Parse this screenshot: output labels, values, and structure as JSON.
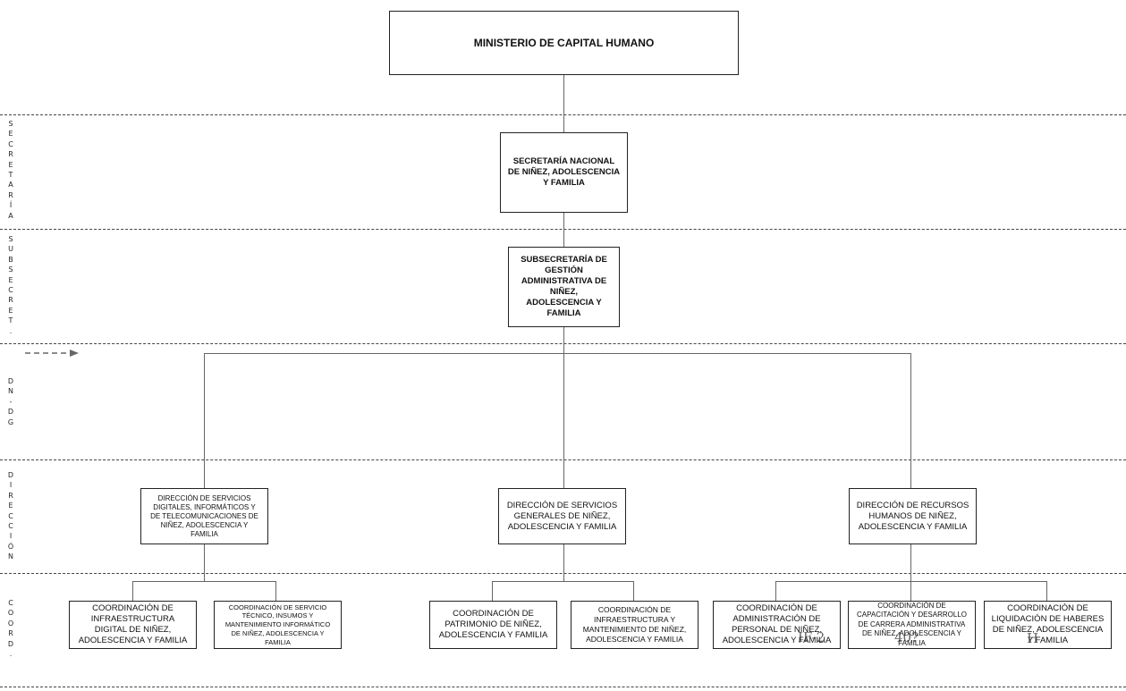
{
  "diagram": {
    "top": {
      "label": "MINISTERIO DE CAPITAL HUMANO"
    },
    "secretaria": {
      "label": "SECRETARÍA NACIONAL DE NIÑEZ, ADOLESCENCIA Y FAMILIA"
    },
    "subsecretaria": {
      "label": "SUBSECRETARÍA DE GESTIÓN ADMINISTRATIVA DE NIÑEZ, ADOLESCENCIA Y FAMILIA"
    },
    "direcciones": [
      {
        "label": "DIRECCIÓN DE SERVICIOS DIGITALES, INFORMÁTICOS Y DE TELECOMUNICACIONES DE NIÑEZ, ADOLESCENCIA Y FAMILIA"
      },
      {
        "label": "DIRECCIÓN DE SERVICIOS GENERALES DE NIÑEZ, ADOLESCENCIA Y FAMILIA"
      },
      {
        "label": "DIRECCIÓN DE RECURSOS HUMANOS DE NIÑEZ, ADOLESCENCIA Y FAMILIA"
      }
    ],
    "coordinaciones": [
      {
        "label": "COORDINACIÓN DE INFRAESTRUCTURA DIGITAL DE NIÑEZ, ADOLESCENCIA Y FAMILIA"
      },
      {
        "label": "COORDINACIÓN DE SERVICIO TÉCNICO, INSUMOS Y MANTENIMIENTO INFORMÁTICO DE NIÑEZ, ADOLESCENCIA Y FAMILIA"
      },
      {
        "label": "COORDINACIÓN DE PATRIMONIO DE NIÑEZ, ADOLESCENCIA Y FAMILIA"
      },
      {
        "label": "COORDINACIÓN DE INFRAESTRUCTURA Y MANTENIMIENTO DE NIÑEZ, ADOLESCENCIA Y FAMILIA"
      },
      {
        "label": "COORDINACIÓN DE ADMINISTRACIÓN DE PERSONAL DE NIÑEZ, ADOLESCENCIA Y FAMILIA"
      },
      {
        "label": "COORDINACIÓN DE CAPACITACIÓN Y DESARROLLO DE CARRERA ADMINISTRATIVA DE NIÑEZ, ADOLESCENCIA Y FAMILIA"
      },
      {
        "label": "COORDINACIÓN DE LIQUIDACIÓN DE HABERES DE NIÑEZ, ADOLESCENCIA Y FAMILIA"
      }
    ]
  },
  "bands": [
    {
      "label": "SECRETARÍA"
    },
    {
      "label": "SUBSECRET."
    },
    {
      "label": "DN-DG"
    },
    {
      "label": "DIRECCIÓN"
    },
    {
      "label": "COORD."
    }
  ],
  "stamps": [
    {
      "text": "IF-2"
    },
    {
      "text": "40?"
    },
    {
      "text": "H"
    }
  ]
}
